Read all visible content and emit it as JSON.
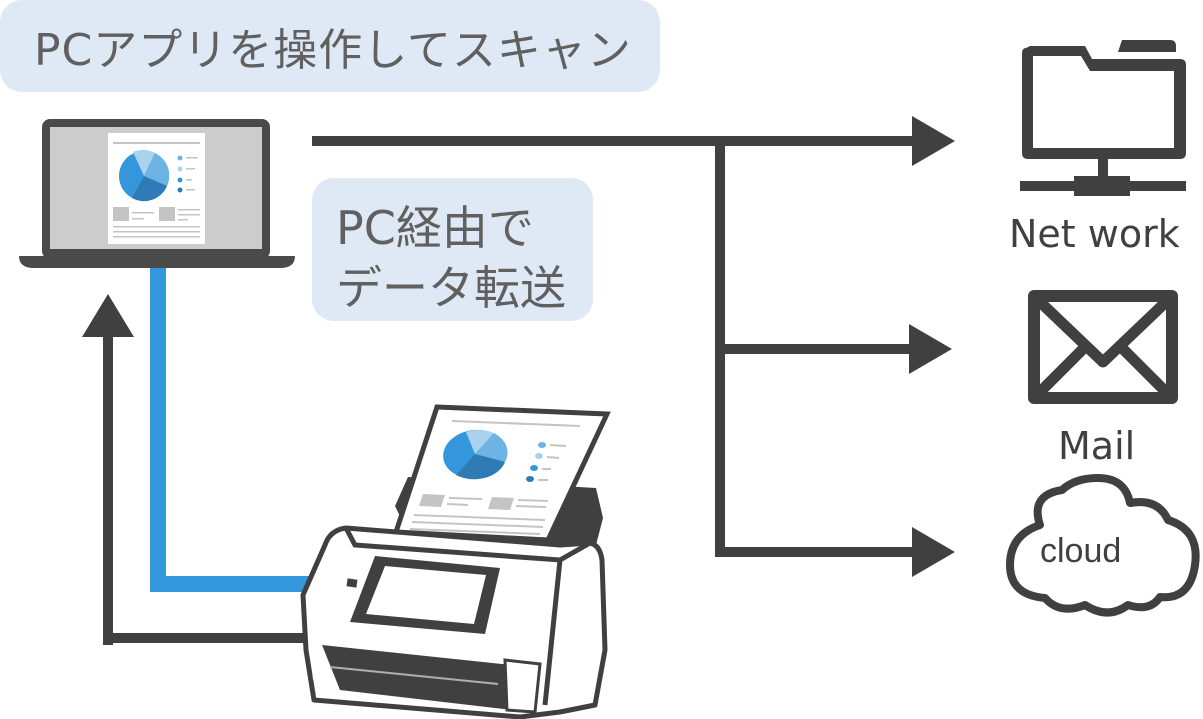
{
  "banner": {
    "text": "PCアプリを操作してスキャン"
  },
  "transfer_label": {
    "line1": "PC経由で",
    "line2": "データ転送"
  },
  "destinations": [
    {
      "id": "network",
      "label": "Net work",
      "icon": "network-folder-icon"
    },
    {
      "id": "mail",
      "label": "Mail",
      "icon": "envelope-icon"
    },
    {
      "id": "cloud",
      "label": "cloud",
      "icon": "cloud-icon"
    }
  ],
  "colors": {
    "dark": "#404040",
    "blue_line": "#3597db",
    "label_bg": "#dfe9f5",
    "label_text": "#606060",
    "pie_a": "#3597db",
    "pie_b": "#2f7bb5",
    "pie_c": "#6db4e4",
    "pie_d": "#a9d2ef",
    "gray_block": "#c4c4c4",
    "screen_bg": "#cccccc"
  }
}
